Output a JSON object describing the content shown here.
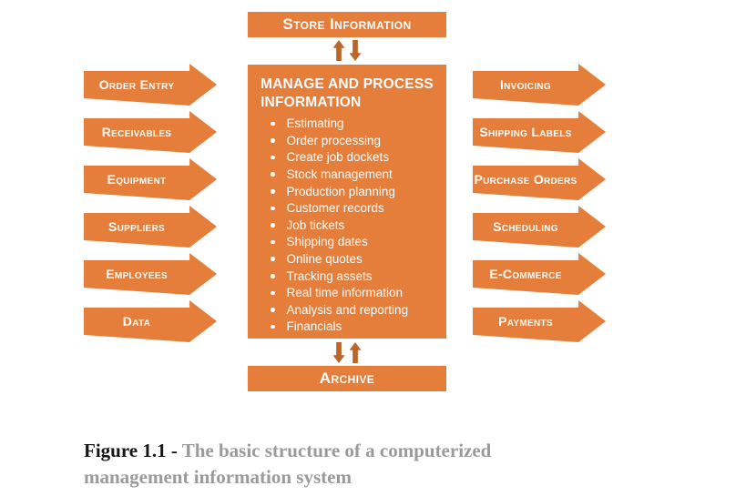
{
  "colors": {
    "orange": "#E57D3B",
    "dark_arrow": "#BA6529",
    "caption_gray": "#9A9A9A",
    "caption_black": "#151515",
    "background": "#FFFFFF"
  },
  "top_banner": {
    "label": "Store Information"
  },
  "bottom_banner": {
    "label": "Archive"
  },
  "center_box": {
    "title": "MANAGE AND PROCESS INFORMATION",
    "items": [
      "Estimating",
      "Order processing",
      "Create job dockets",
      "Stock management",
      "Production planning",
      "Customer records",
      "Job tickets",
      "Shipping dates",
      "Online quotes",
      "Tracking assets",
      "Real time information",
      "Analysis and reporting",
      "Financials"
    ]
  },
  "left_arrows": [
    "Order Entry",
    "Receivables",
    "Equipment",
    "Suppliers",
    "Employees",
    "Data"
  ],
  "right_arrows": [
    "Invoicing",
    "Shipping Labels",
    "Purchase Orders",
    "Scheduling",
    "E-Commerce",
    "Payments"
  ],
  "caption": {
    "prefix": "Figure 1.1 - ",
    "text": "The basic structure of a computerized management information system"
  }
}
